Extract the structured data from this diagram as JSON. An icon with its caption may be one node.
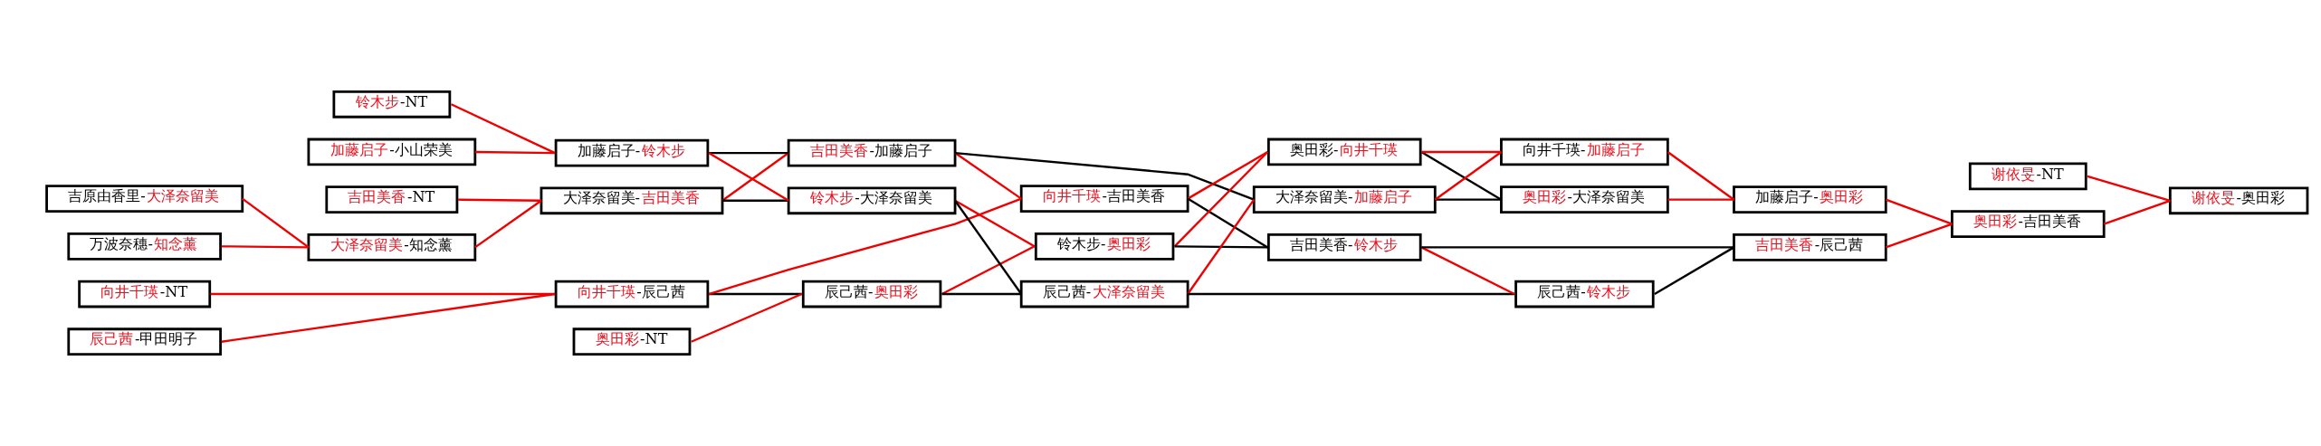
{
  "diagram": {
    "nodes": [
      {
        "text": [
          "向井千瑛-NT"
        ]
      },
      {
        "text": [
          "辰己茜-甲田明子"
        ]
      },
      {
        "text": [
          "吉原由香里-大泽奈留美"
        ]
      },
      {
        "text": [
          "万波奈穗-知念薰"
        ]
      },
      {
        "text": [
          "吉田美香-NT"
        ]
      },
      {
        "text": [
          "大泽奈留美-知念薰"
        ]
      },
      {
        "text": [
          "铃木步-NT"
        ]
      },
      {
        "text": [
          "加藤启子-小山荣美"
        ]
      },
      {
        "text": [
          "向井千瑛-辰己茜"
        ]
      },
      {
        "text": [
          "大泽奈留美-吉田美香"
        ]
      },
      {
        "text": [
          "加藤启子-铃木步"
        ]
      },
      {
        "text": [
          "奥田彩-NT"
        ]
      },
      {
        "text": [
          "吉田美香-加藤启子"
        ]
      },
      {
        "text": [
          "辰己茜-奥田彩"
        ]
      },
      {
        "text": [
          "铃木步-大泽奈留美"
        ]
      },
      {
        "text": [
          "向井千瑛-吉田美香"
        ]
      },
      {
        "text": [
          "铃木步-奥田彩"
        ]
      },
      {
        "text": [
          "辰己茜-大泽奈留美"
        ]
      },
      {
        "text": [
          "奥田彩-向井千瑛"
        ]
      },
      {
        "text": [
          "大泽奈留美-加藤启子"
        ]
      },
      {
        "text": [
          "吉田美香-铃木步"
        ]
      },
      {
        "text": [
          "奥田彩-大泽奈留美"
        ]
      },
      {
        "text": [
          "向井千瑛-加藤启子"
        ]
      },
      {
        "text": [
          "辰己茜-铃木步"
        ]
      },
      {
        "text": [
          "加藤启子-奥田彩"
        ]
      },
      {
        "text": [
          "吉田美香-辰己茜"
        ]
      },
      {
        "text": [
          "谢依旻-NT"
        ]
      },
      {
        "text": [
          "奥田彩-吉田美香"
        ]
      },
      {
        "text": [
          "谢依旻-奥田彩"
        ]
      }
    ],
    "edges": [
      {
        "from": 0,
        "to": 8,
        "arrow": "none"
      },
      {
        "from": 1,
        "to": 8,
        "arrow": "none"
      },
      {
        "from": 2,
        "to": 5,
        "arrow": "none"
      },
      {
        "from": 3,
        "to": 5,
        "arrow": "none"
      },
      {
        "from": 4,
        "to": 9,
        "arrow": "none"
      },
      {
        "from": 5,
        "to": 9,
        "arrow": "none"
      },
      {
        "from": 6,
        "to": 10,
        "arrow": "none"
      },
      {
        "from": 7,
        "to": 10,
        "arrow": "none"
      },
      {
        "from": 9,
        "to": 12,
        "arrow": "none"
      },
      {
        "from": 10,
        "to": 12,
        "arrow": "none",
        "color": "#000000"
      },
      {
        "from": 8,
        "to": 13,
        "arrow": "none",
        "color": "#000000"
      },
      {
        "from": 11,
        "to": 13,
        "arrow": "none"
      },
      {
        "from": 9,
        "to": 14,
        "arrow": "none",
        "color": "#000000"
      },
      {
        "from": 10,
        "to": 14,
        "arrow": "none"
      },
      {
        "from": 8,
        "to": 15,
        "arrow": "none"
      },
      {
        "from": 12,
        "to": 15,
        "arrow": "none"
      },
      {
        "from": 13,
        "to": 16,
        "arrow": "none"
      },
      {
        "from": 14,
        "to": 16,
        "arrow": "none"
      },
      {
        "from": 13,
        "to": 17,
        "arrow": "none",
        "color": "#000000"
      },
      {
        "from": 14,
        "to": 17,
        "arrow": "none",
        "color": "#000000"
      },
      {
        "from": 15,
        "to": 18,
        "arrow": "none"
      },
      {
        "from": 16,
        "to": 18,
        "arrow": "none"
      },
      {
        "from": 12,
        "to": 19,
        "arrow": "none",
        "color": "#000000"
      },
      {
        "from": 17,
        "to": 19,
        "arrow": "none"
      },
      {
        "from": 15,
        "to": 20,
        "arrow": "none",
        "color": "#000000"
      },
      {
        "from": 16,
        "to": 20,
        "arrow": "none",
        "color": "#000000"
      },
      {
        "from": 18,
        "to": 21,
        "arrow": "none",
        "color": "#000000"
      },
      {
        "from": 19,
        "to": 21,
        "arrow": "none",
        "color": "#000000"
      },
      {
        "from": 18,
        "to": 22,
        "arrow": "none"
      },
      {
        "from": 19,
        "to": 22,
        "arrow": "none"
      },
      {
        "from": 17,
        "to": 23,
        "arrow": "none",
        "color": "#000000"
      },
      {
        "from": 20,
        "to": 23,
        "arrow": "none"
      },
      {
        "from": 21,
        "to": 24,
        "arrow": "none"
      },
      {
        "from": 22,
        "to": 24,
        "arrow": "none"
      },
      {
        "from": 20,
        "to": 25,
        "arrow": "none",
        "color": "#000000"
      },
      {
        "from": 23,
        "to": 25,
        "arrow": "none",
        "color": "#000000"
      },
      {
        "from": 24,
        "to": 27,
        "arrow": "none"
      },
      {
        "from": 25,
        "to": 27,
        "arrow": "none"
      },
      {
        "from": 26,
        "to": 28,
        "arrow": "none"
      },
      {
        "from": 27,
        "to": 28,
        "arrow": "none"
      }
    ]
  }
}
